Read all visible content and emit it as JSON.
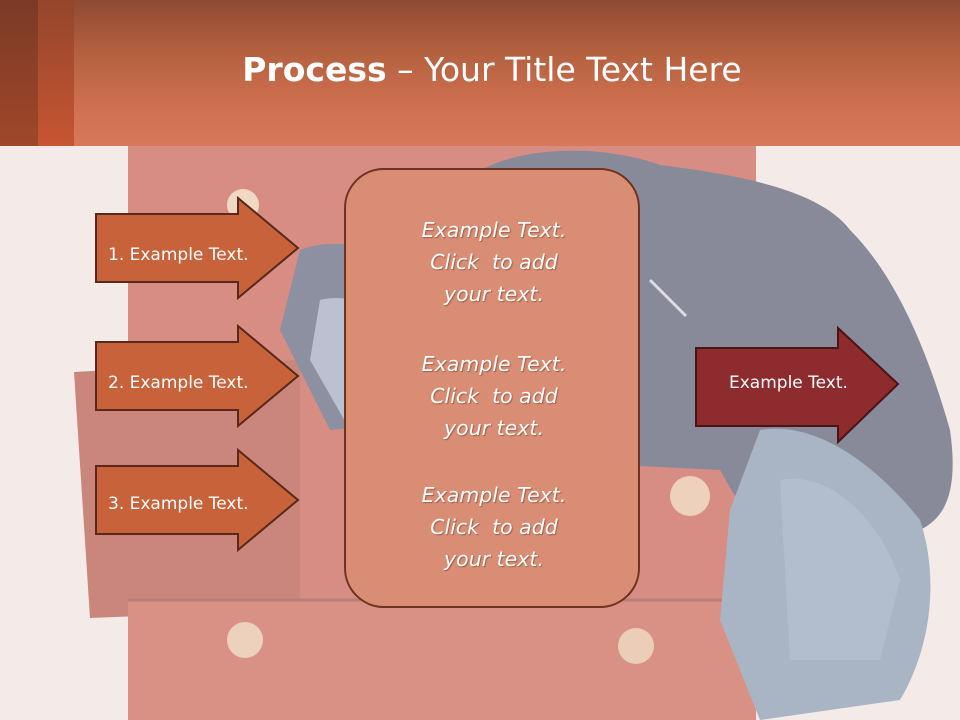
{
  "header": {
    "title_bold": "Process",
    "title_rest": " – Your Title Text Here"
  },
  "steps": [
    {
      "label": "1. Example Text."
    },
    {
      "label": "2. Example Text."
    },
    {
      "label": "3. Example Text."
    }
  ],
  "center": {
    "blocks": [
      {
        "line1": "Example Text.",
        "line2": "Click  to add",
        "line3": "your text."
      },
      {
        "line1": "Example Text.",
        "line2": "Click  to add",
        "line3": "your text."
      },
      {
        "line1": "Example Text.",
        "line2": "Click  to add",
        "line3": "your text."
      }
    ]
  },
  "output": {
    "label": "Example Text."
  },
  "colors": {
    "step_fill": "#c8623b",
    "step_stroke": "#5a2818",
    "center_fill": "#d98d74",
    "output_fill": "#8e2b2e",
    "title_text": "#ffffff"
  }
}
